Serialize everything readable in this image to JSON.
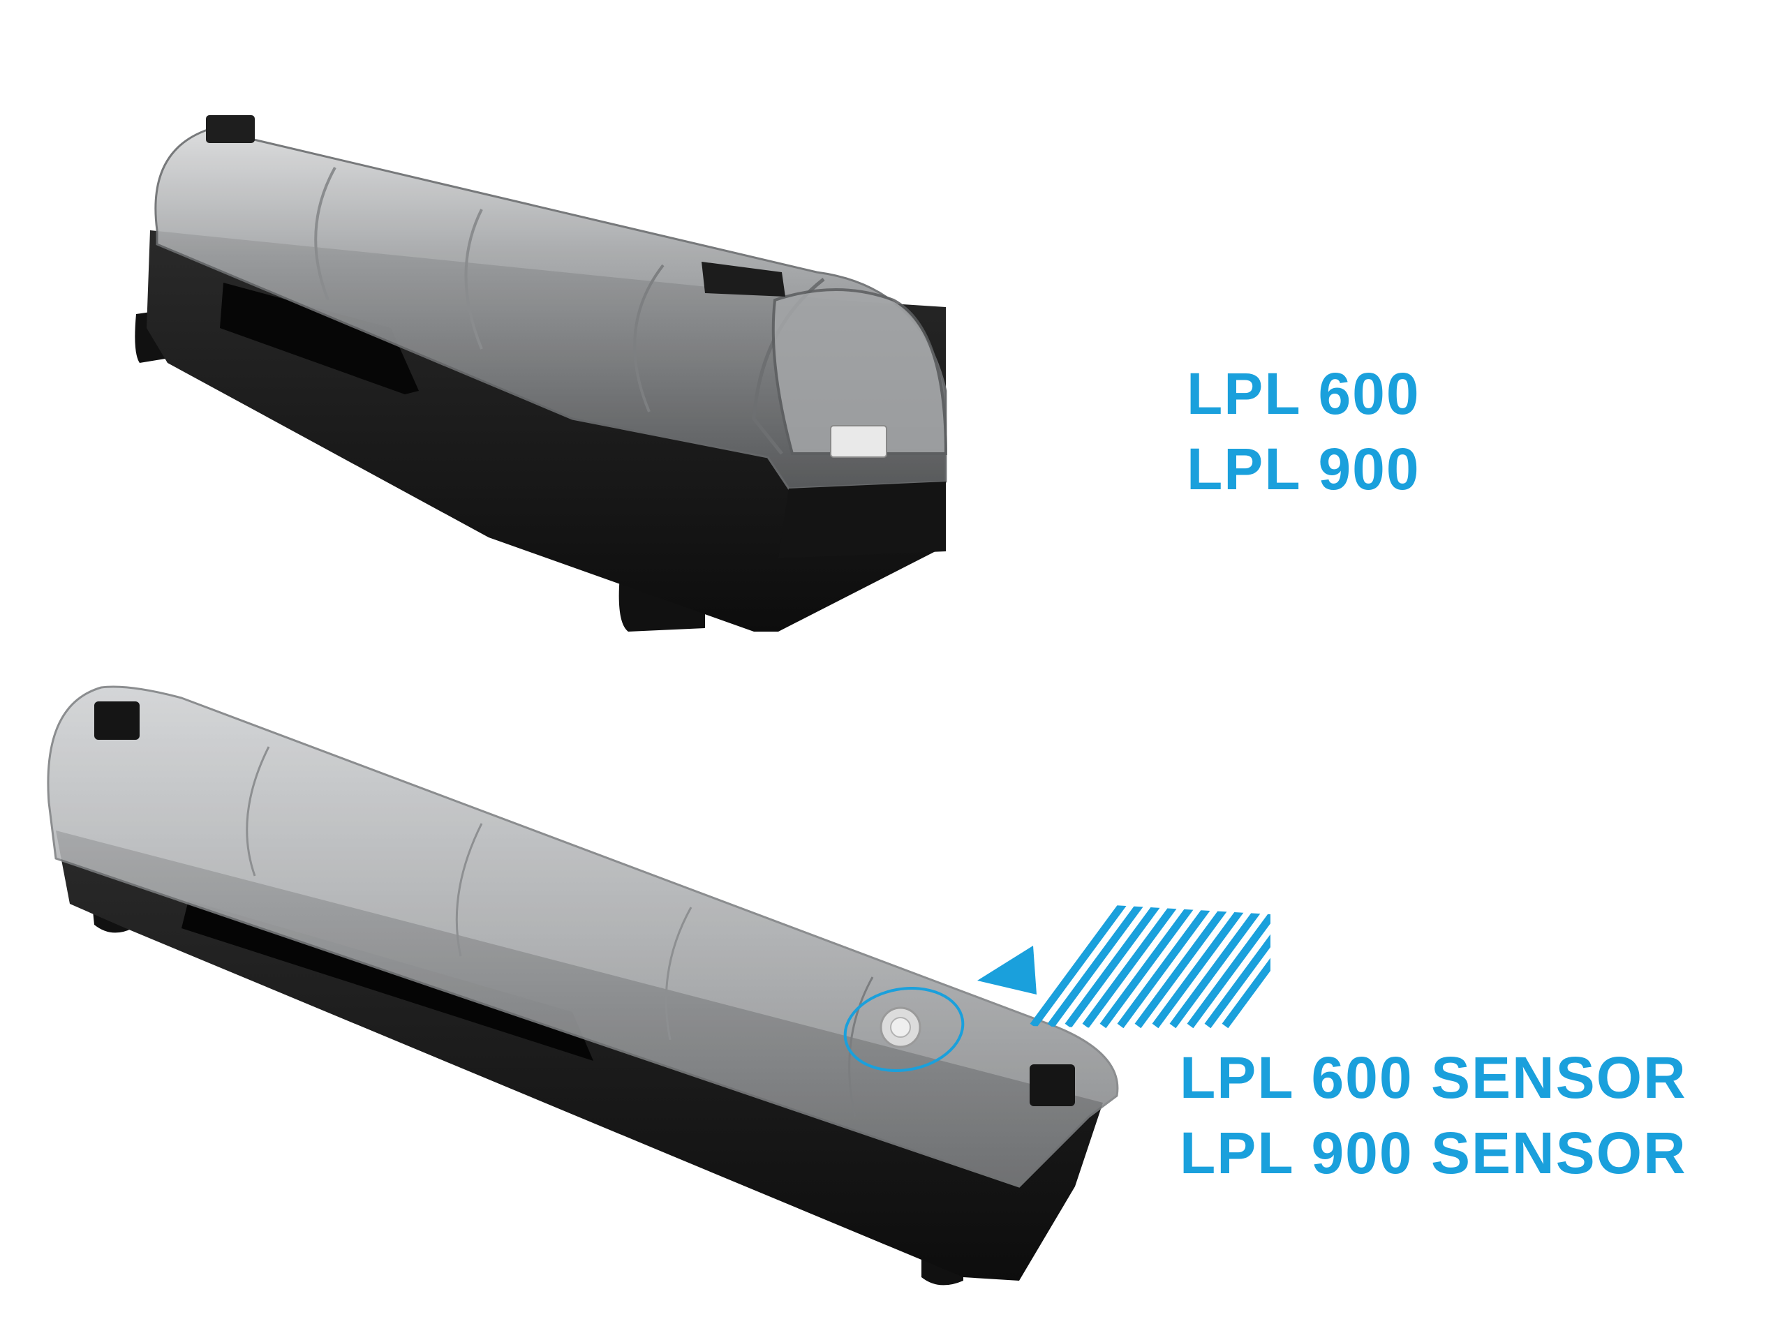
{
  "colors": {
    "accent": "#1aa0dc",
    "housing_dark": "#1a1a1a",
    "cover_tint": "#8e9093"
  },
  "products": [
    {
      "image": "lpl-fixture-icon",
      "labels": [
        "LPL 600",
        "LPL 900"
      ]
    },
    {
      "image": "lpl-sensor-fixture-icon",
      "labels": [
        "LPL 600 SENSOR",
        "LPL 900 SENSOR"
      ],
      "indicator": "sensor-direction-arrow-icon"
    }
  ]
}
